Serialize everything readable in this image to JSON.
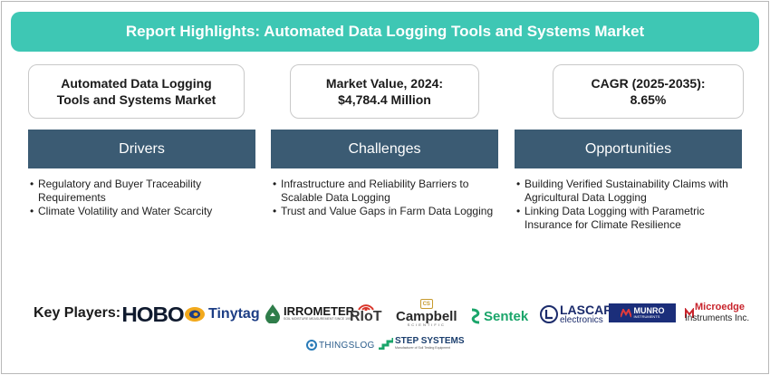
{
  "banner": {
    "title": "Report Highlights: Automated Data Logging Tools and Systems Market"
  },
  "stats": [
    {
      "line1": "Automated Data Logging",
      "line2": "Tools and Systems Market"
    },
    {
      "line1": "Market Value, 2024:",
      "line2": "$4,784.4 Million"
    },
    {
      "line1": "CAGR (2025-2035):",
      "line2": "8.65%"
    }
  ],
  "columns": [
    {
      "heading": "Drivers",
      "items": [
        "Regulatory and Buyer Traceability Requirements",
        "Climate Volatility and Water Scarcity"
      ]
    },
    {
      "heading": "Challenges",
      "items": [
        "Infrastructure and Reliability Barriers to Scalable Data Logging",
        "Trust and Value Gaps in Farm Data Logging"
      ]
    },
    {
      "heading": "Opportunities",
      "items": [
        "Building Verified Sustainability Claims with Agricultural Data Logging",
        "Linking Data Logging with Parametric Insurance for Climate Resilience"
      ]
    }
  ],
  "key_players": {
    "label": "Key Players:",
    "logos": [
      {
        "name": "HOBO",
        "text": "HOBO"
      },
      {
        "name": "Tinytag",
        "text": "Tinytag"
      },
      {
        "name": "IRROMETER",
        "text": "IRROMETER",
        "sub": "SOIL MOISTURE MEASUREMENT SINCE 1951"
      },
      {
        "name": "RIoT",
        "text": "RIoT"
      },
      {
        "name": "Campbell",
        "text": "Campbell",
        "sub": "SCIENTIFIC",
        "badge": "CS"
      },
      {
        "name": "Sentek",
        "text": "Sentek"
      },
      {
        "name": "LASCAR",
        "text": "LASCAR",
        "sub": "electronics"
      },
      {
        "name": "MUNRO",
        "text": "MUNRO",
        "sub": "INSTRUMENTS"
      },
      {
        "name": "Microedge",
        "text": "Microedge",
        "sub": "Instruments Inc."
      },
      {
        "name": "ThingsLog",
        "text": "THINGSLOG"
      },
      {
        "name": "Step Systems",
        "text": "STEP SYSTEMS",
        "sub": "Manufacturer of Soil Testing Equipment"
      }
    ]
  },
  "colors": {
    "banner": "#3ec7b4",
    "column_header": "#3b5b73",
    "border": "#c9c9c9"
  }
}
